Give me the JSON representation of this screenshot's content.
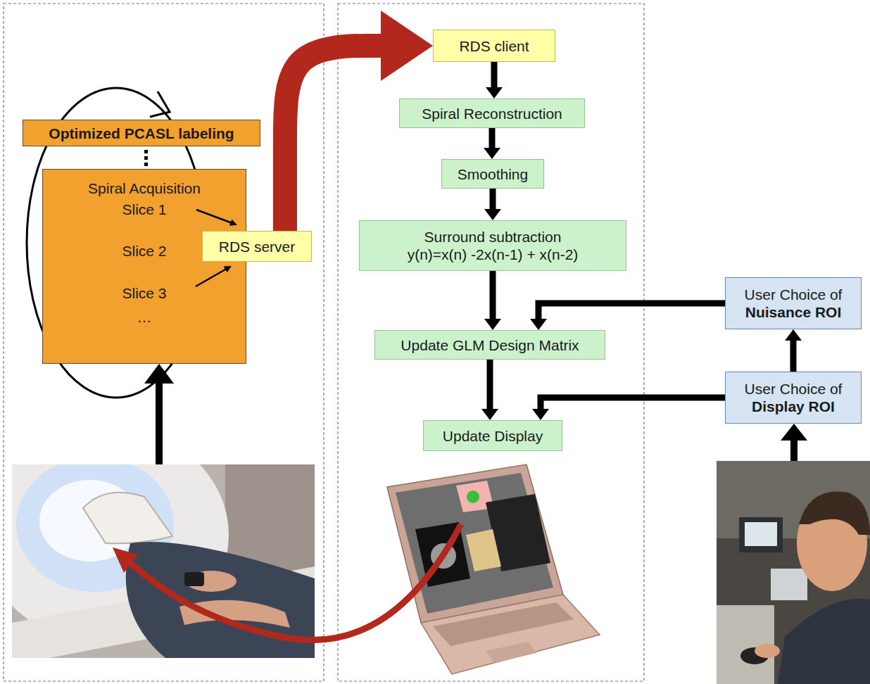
{
  "diagram": {
    "nodes": [
      {
        "text": [
          "Optimized PCASL labeling"
        ]
      },
      {
        "text": [
          "Spiral Acquisition",
          "Slice 1",
          "Slice 2",
          "Slice 3",
          "…"
        ]
      },
      {
        "text": [
          "RDS server"
        ]
      },
      {
        "text": [
          "RDS client"
        ]
      },
      {
        "text": [
          "Spiral Reconstruction"
        ]
      },
      {
        "text": [
          "Smoothing"
        ]
      },
      {
        "text": [
          "Surround subtraction",
          "y(n)=x(n) -2x(n-1) + x(n-2)"
        ]
      },
      {
        "text": [
          "Update GLM Design Matrix"
        ]
      },
      {
        "text": [
          "Update Display"
        ]
      },
      {
        "text": [
          "User Choice of",
          "Nuisance ROI"
        ]
      },
      {
        "text": [
          "User Choice of",
          "Display ROI"
        ]
      }
    ],
    "edges": [
      {
        "from": 2,
        "to": 3,
        "arrow": "to"
      },
      {
        "from": 3,
        "to": 4,
        "arrow": "to"
      },
      {
        "from": 4,
        "to": 5,
        "arrow": "to"
      },
      {
        "from": 5,
        "to": 6,
        "arrow": "to"
      },
      {
        "from": 6,
        "to": 7,
        "arrow": "to"
      },
      {
        "from": 7,
        "to": 8,
        "arrow": "to"
      },
      {
        "from": 9,
        "to": 7,
        "arrow": "to"
      },
      {
        "from": 10,
        "to": 8,
        "arrow": "to"
      },
      {
        "from": 10,
        "to": 9,
        "arrow": "to"
      }
    ]
  }
}
